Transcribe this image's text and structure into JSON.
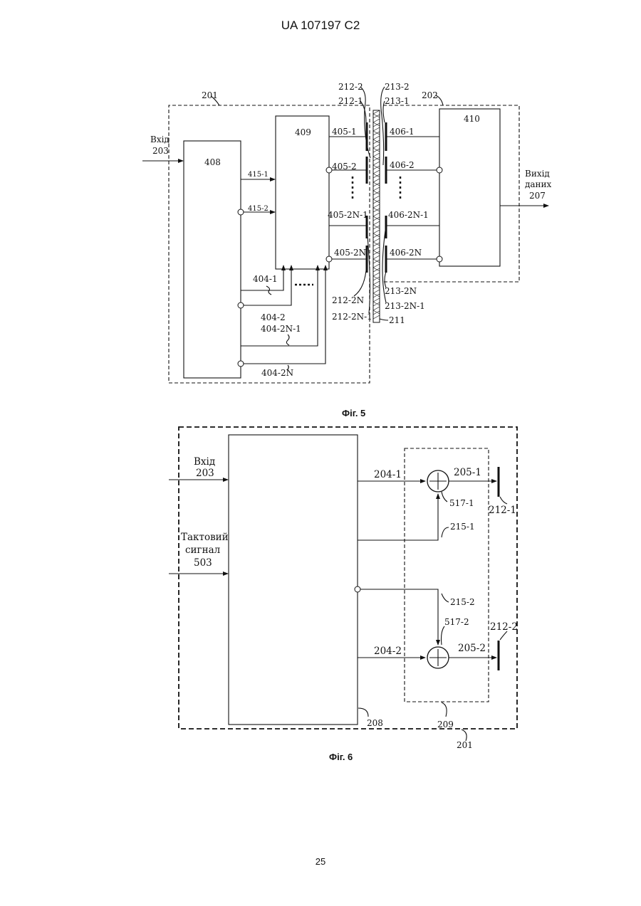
{
  "header": {
    "text": "UA   107197   C2"
  },
  "page_number": "25",
  "fig5": {
    "caption": "Фіг. 5",
    "input": {
      "line1": "Вхід",
      "line2": "203"
    },
    "output": {
      "line1": "Вихід",
      "line2": "даних",
      "line3": "207"
    },
    "blocks": {
      "b201": "201",
      "b202": "202",
      "b408": "408",
      "b409": "409",
      "b410": "410"
    },
    "lines_415": [
      "415-1",
      "415-2"
    ],
    "lines_404": [
      "404-1",
      "404-2",
      "404-2N-1",
      "404-2N"
    ],
    "lines_405": [
      "405-1",
      "405-2",
      "405-2N-1",
      "405-2N"
    ],
    "lines_406": [
      "406-1",
      "406-2",
      "406-2N-1",
      "406-2N"
    ],
    "electrodes_top": [
      "212-2",
      "212-1",
      "213-2",
      "213-1"
    ],
    "electrodes_bottom": [
      "212-2N",
      "212-2N-1",
      "213-2N",
      "213-2N-1"
    ],
    "barrier": "211"
  },
  "fig6": {
    "caption": "Фіг. 6",
    "input": {
      "line1": "Вхід",
      "line2": "203"
    },
    "clock": {
      "line1": "Тактовий",
      "line2": "сигнал",
      "line3": "503"
    },
    "blocks": {
      "b208": "208",
      "b209": "209",
      "b201": "201"
    },
    "signals": [
      "204-1",
      "205-1",
      "517-1",
      "215-1",
      "215-2",
      "517-2",
      "204-2",
      "205-2"
    ],
    "electrodes": [
      "212-1",
      "212-2"
    ]
  }
}
